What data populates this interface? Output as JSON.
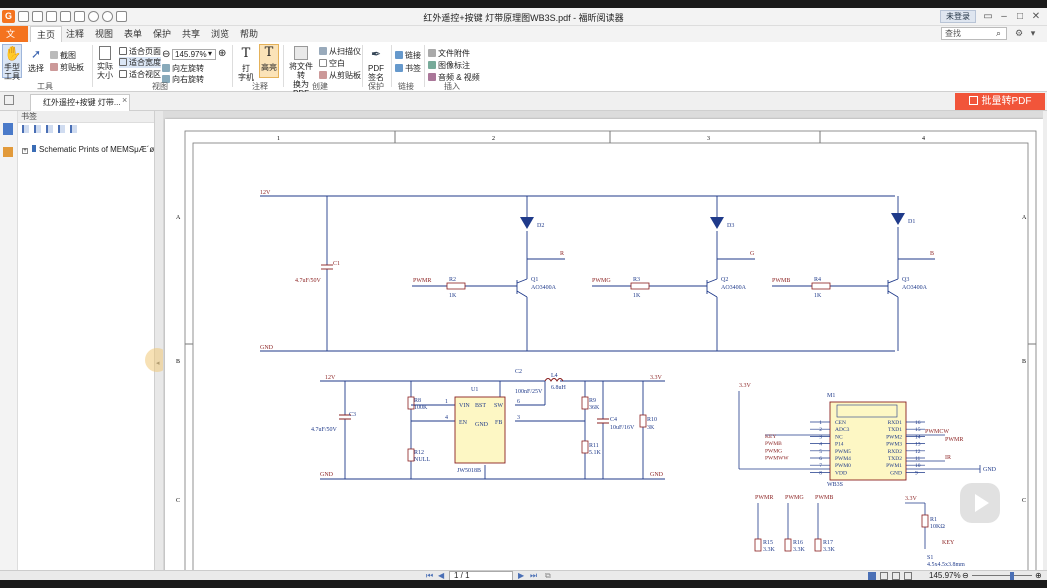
{
  "window": {
    "title": "红外遥控+按键 灯带原理图WB3S.pdf - 福昕阅读器",
    "login_label": "未登录"
  },
  "menu": {
    "file": "文件",
    "tabs": [
      "主页",
      "注释",
      "视图",
      "表单",
      "保护",
      "共享",
      "浏览",
      "帮助"
    ],
    "search_placeholder": "查找"
  },
  "ribbon": {
    "hand_tool": "手型\n工具",
    "select": "选择",
    "snapshot": "截图",
    "clipboard": "剪贴板",
    "tools_group": "工具",
    "actual_size": "实际\n大小",
    "fit_page": "适合页面",
    "fit_width": "适合宽度",
    "fit_visible": "适合视区",
    "zoom_value": "145.97%",
    "rotate_left": "向左旋转",
    "rotate_right": "向右旋转",
    "view_group": "视图",
    "typewriter": "打\n字机",
    "highlight": "高亮",
    "comment_group": "注释",
    "convert_pdf": "将文件转\n换为PDF",
    "from_scanner": "从扫描仪",
    "blank": "空白",
    "from_clipboard": "从剪贴板",
    "create_group": "创建",
    "pdf_sign": "PDF\n签名",
    "protect_group": "保护",
    "link": "链接",
    "bookmark": "书签",
    "links_group": "链接",
    "file_attachment": "文件附件",
    "image_annotation": "图像标注",
    "audio_video": "音频 & 视频",
    "insert_group": "插入"
  },
  "doctab": {
    "label": "红外遥控+按键 灯带..."
  },
  "batch_convert": "批量转PDF",
  "bookmarks": {
    "header": "书签",
    "item": "Schematic Prints of MEMSμÆ´ø.SchD"
  },
  "schematic": {
    "cols": [
      "1",
      "2",
      "3",
      "4"
    ],
    "rows": [
      "A",
      "B",
      "C"
    ],
    "nets": {
      "v12": "12V",
      "gnd": "GND",
      "v33": "3.3V"
    },
    "r_net": "R",
    "g_net": "G",
    "b_net": "B",
    "pwmr": "PWMR",
    "pwmg": "PWMG",
    "pwmb": "PWMB",
    "c1": "C1",
    "c1v": "4.7uF/50V",
    "d1": "D1",
    "d2": "D2",
    "d3": "D3",
    "q1": "Q1",
    "q2": "Q2",
    "q3": "Q3",
    "q_part": "AO3400A",
    "r2": "R2",
    "r3": "R3",
    "r4": "R4",
    "r1k": "1K",
    "u1": "U1",
    "c2": "C2",
    "c2v": "100nF/25V",
    "l4": "L4",
    "l4v": "6.8uH",
    "r8": "R8",
    "r8v": "100K",
    "r12": "R12",
    "r12v": "NULL",
    "c3": "C3",
    "c3v": "4.7uF/50V",
    "r9": "R9",
    "r9v": "36K",
    "r11": "R11",
    "r11v": "5.1K",
    "c4": "C4",
    "c4v": "10uF/16V",
    "r10": "R10",
    "r10v": "3K",
    "vin": "VIN",
    "bst": "BST",
    "sw": "SW",
    "en": "EN",
    "gndp": "GND",
    "fb": "FB",
    "ic": "JW5018B",
    "m1": "M1",
    "wb3s": "WB3S",
    "m1_left": [
      "CEN",
      "ADC3",
      "NC",
      "P14",
      "PWM5",
      "PWM4",
      "PWM0",
      "VDD"
    ],
    "m1_right": [
      "RXD1",
      "TXD1",
      "PWM2",
      "PWM3",
      "RXD2",
      "TXD2",
      "PWM1",
      "GND"
    ],
    "m1_lpins": [
      "1",
      "2",
      "3",
      "4",
      "5",
      "6",
      "7",
      "8"
    ],
    "m1_rpins": [
      "16",
      "15",
      "14",
      "13",
      "12",
      "11",
      "10",
      "9"
    ],
    "m1_lnets": [
      "KEY",
      "PWMB",
      "PWMG",
      "PWMWW"
    ],
    "pwmcw": "PWMCW",
    "ir": "IR",
    "r15": "R15",
    "r16": "R16",
    "r17": "R17",
    "r33k": "3.3K",
    "r1": "R1",
    "r1v": "10KΩ",
    "key": "KEY",
    "s1": "S1",
    "s1v": "4.5x4.5x3.8mm",
    "p1": "1",
    "p2": "2",
    "p3": "3",
    "p4": "4",
    "p5": "5",
    "p6": "6"
  },
  "status": {
    "page": "1 / 1",
    "zoom": "145.97%"
  }
}
